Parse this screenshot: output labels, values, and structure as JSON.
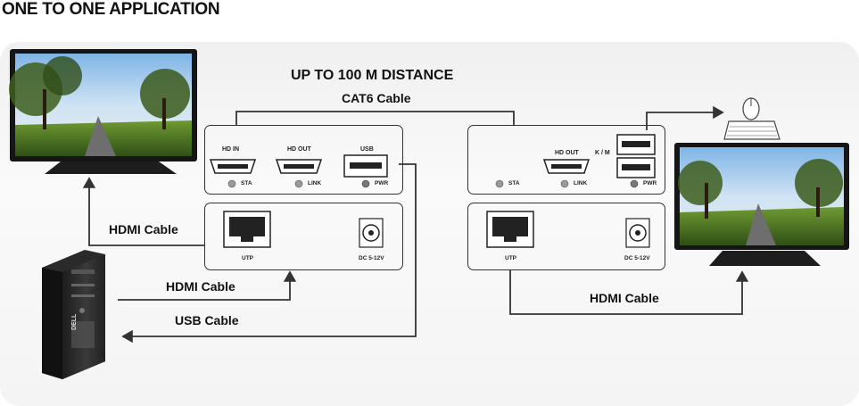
{
  "header": {
    "title": "ONE TO ONE APPLICATION"
  },
  "labels": {
    "distance": "UP TO 100 M DISTANCE",
    "cable_cat6": "CAT6 Cable",
    "hdmi_cable_display": "HDMI Cable",
    "hdmi_cable_pc": "HDMI Cable",
    "usb_cable": "USB Cable",
    "hdmi_cable_receiver": "HDMI Cable"
  },
  "transmitter": {
    "ports_top": {
      "hd_in": "HD IN",
      "hd_out": "HD OUT",
      "usb": "USB"
    },
    "leds": {
      "sta": "STA",
      "link": "LINK",
      "pwr": "PWR"
    },
    "ports_bottom": {
      "utp": "UTP",
      "dc": "DC 5-12V"
    }
  },
  "receiver": {
    "ports_top": {
      "hd_out": "HD OUT",
      "km": "K / M"
    },
    "leds": {
      "sta": "STA",
      "link": "LINK",
      "pwr": "PWR"
    },
    "ports_bottom": {
      "utp": "UTP",
      "dc": "DC 5-12V"
    }
  },
  "devices": {
    "pc_brand": "DELL"
  },
  "colors": {
    "line": "#333333",
    "canvas": "#f2f2f2",
    "led": "#9a9a9a",
    "sky": "#9cc3e6",
    "grass": "#4f7a2a"
  }
}
